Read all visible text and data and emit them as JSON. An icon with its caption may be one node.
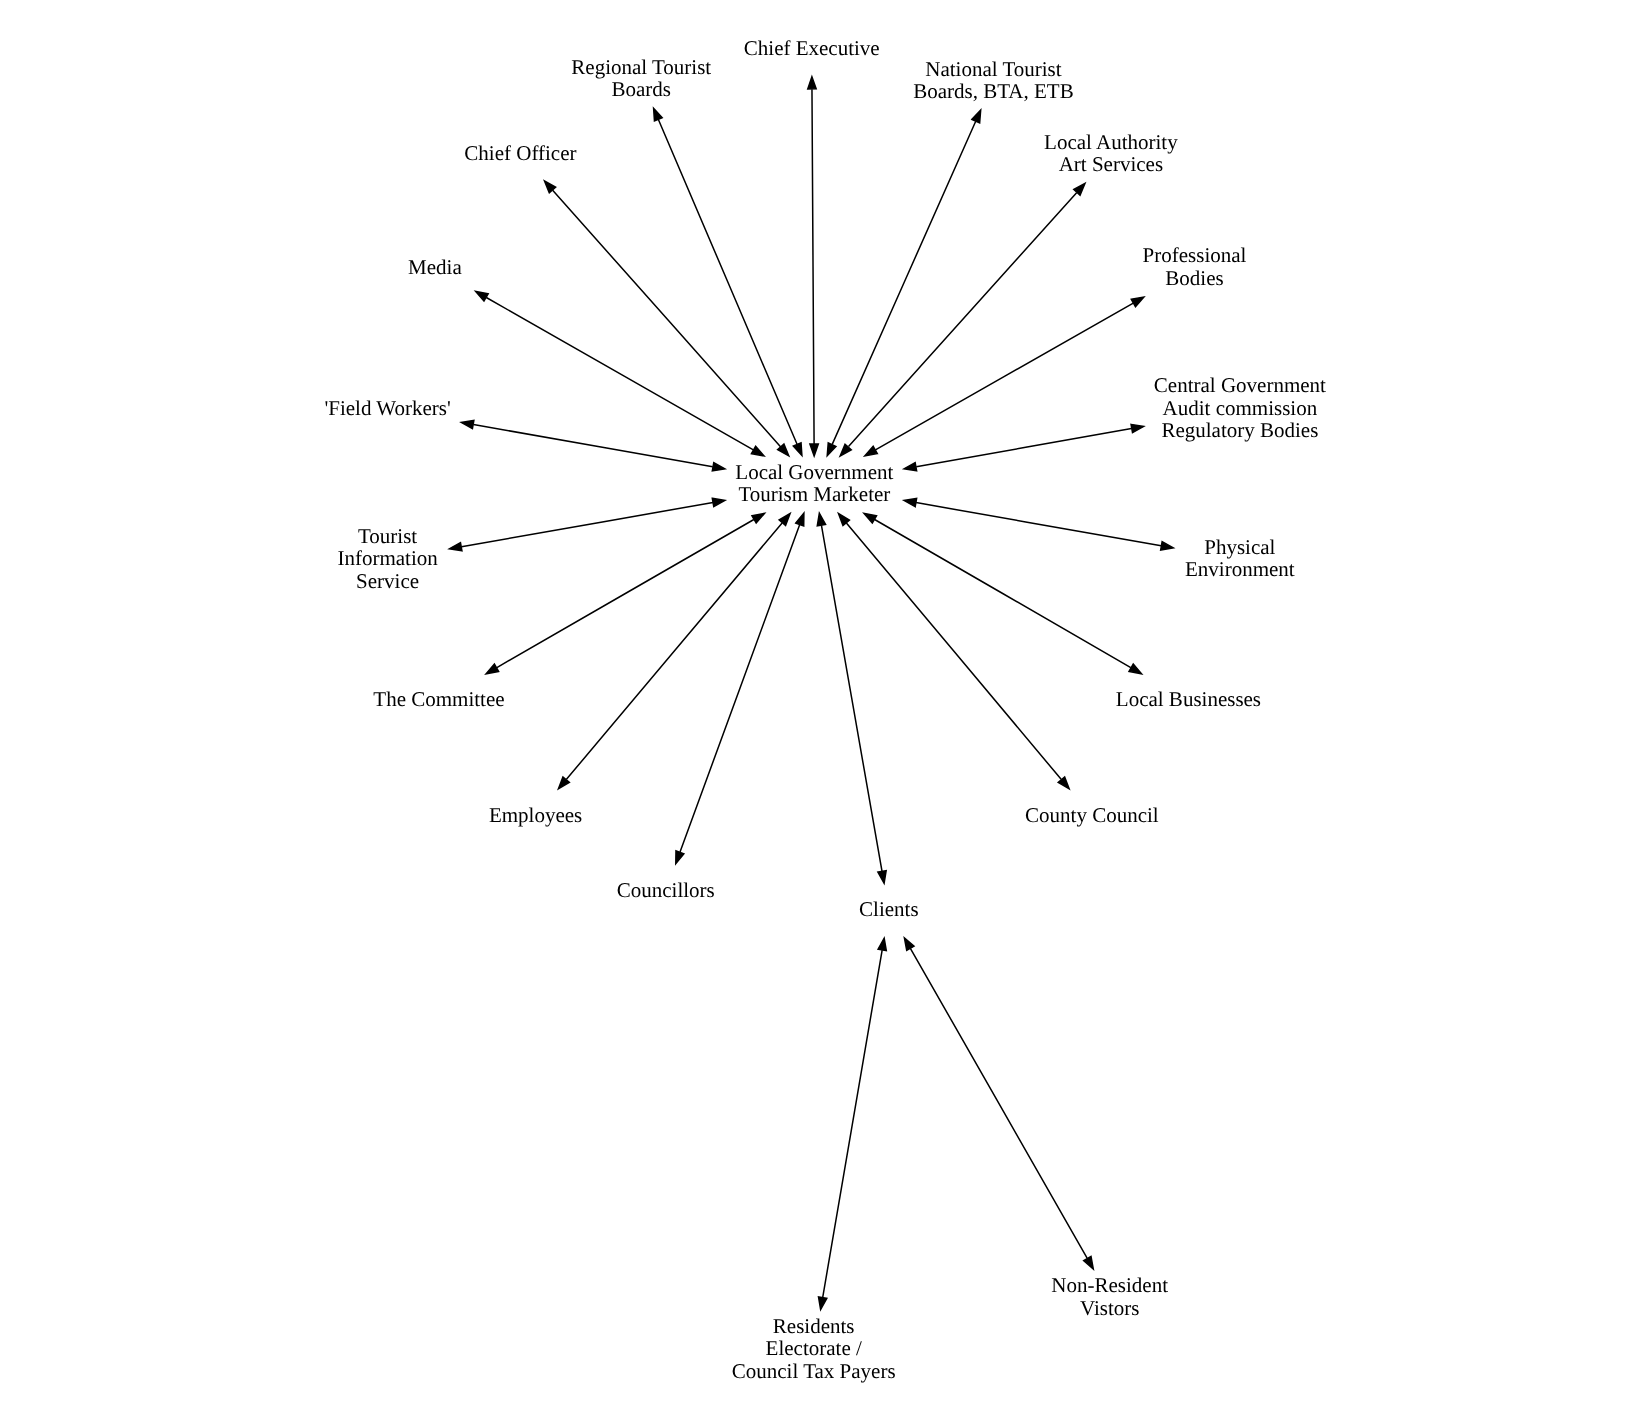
{
  "diagram": {
    "nodes": [
      {
        "text": [
          "Central Government Audit commission Regulatory Bodies"
        ]
      },
      {
        "text": [
          "Professional Bodies"
        ]
      },
      {
        "text": [
          "Local Authority Art Services"
        ]
      },
      {
        "text": [
          "National Tourist Boards, BTA, ETB"
        ]
      },
      {
        "text": [
          "Chief Executive"
        ]
      },
      {
        "text": [
          "Local Government Tourism Marketer"
        ]
      },
      {
        "text": [
          "Regional Tourist Boards"
        ]
      },
      {
        "text": [
          "Chief Officer"
        ]
      },
      {
        "text": [
          "Media"
        ]
      },
      {
        "text": [
          "'Field Workers'"
        ]
      },
      {
        "text": [
          "Tourist Information Service"
        ]
      },
      {
        "text": [
          "The Committee"
        ]
      },
      {
        "text": [
          "Employees"
        ]
      },
      {
        "text": [
          "Councillors"
        ]
      },
      {
        "text": [
          "Clients"
        ]
      },
      {
        "text": [
          "County Council"
        ]
      },
      {
        "text": [
          "Local Businesses"
        ]
      },
      {
        "text": [
          "Residents Electorate / Council Tax Payers"
        ]
      },
      {
        "text": [
          "Non-Resident Vistors"
        ]
      },
      {
        "text": [
          "Physical Environment"
        ]
      }
    ],
    "edges": [
      {
        "from": 5,
        "to": 1,
        "arrow": "both"
      },
      {
        "from": 5,
        "to": 2,
        "arrow": "both"
      },
      {
        "from": 5,
        "to": 4,
        "arrow": "both"
      },
      {
        "from": 5,
        "to": 7,
        "arrow": "both"
      },
      {
        "from": 5,
        "to": 9,
        "arrow": "both"
      },
      {
        "from": 5,
        "to": 11,
        "arrow": "both"
      },
      {
        "from": 5,
        "to": 13,
        "arrow": "both"
      },
      {
        "from": 5,
        "to": 15,
        "arrow": "both"
      },
      {
        "from": 5,
        "to": 19,
        "arrow": "both"
      },
      {
        "from": 5,
        "to": 14,
        "arrow": "both"
      },
      {
        "from": 14,
        "to": 18,
        "arrow": "both"
      },
      {
        "from": 14,
        "to": 17,
        "arrow": "both"
      },
      {
        "from": 5,
        "to": 16,
        "arrow": "both"
      },
      {
        "from": 5,
        "to": 12,
        "arrow": "both"
      },
      {
        "from": 5,
        "to": 10,
        "arrow": "both"
      },
      {
        "from": 5,
        "to": 8,
        "arrow": "both"
      },
      {
        "from": 5,
        "to": 6,
        "arrow": "both"
      },
      {
        "from": 5,
        "to": 3,
        "arrow": "both"
      },
      {
        "from": 5,
        "to": 0,
        "arrow": "both"
      }
    ]
  }
}
